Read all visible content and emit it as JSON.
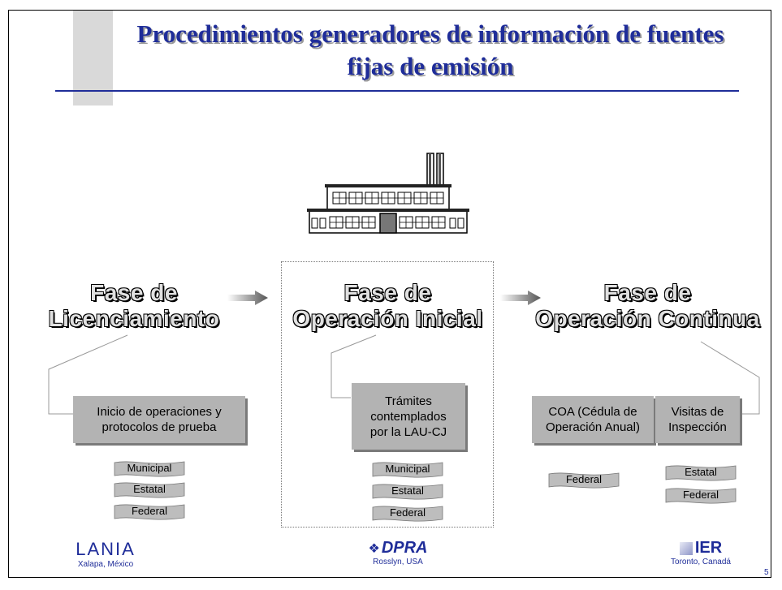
{
  "title": "Procedimientos generadores de información de fuentes fijas de emisión",
  "phases": [
    {
      "line1": "Fase de",
      "line2": "Licenciamiento"
    },
    {
      "line1": "Fase de",
      "line2": "Operación Inicial"
    },
    {
      "line1": "Fase de",
      "line2": "Operación Continua"
    }
  ],
  "boxes": {
    "licensing": "Inicio de operaciones y protocolos de prueba",
    "initial": "Trámites contemplados por la LAU-CJ",
    "coa": "COA (Cédula de Operación Anual)",
    "visits": "Visitas de Inspección"
  },
  "flags": {
    "licensing": [
      "Municipal",
      "Estatal",
      "Federal"
    ],
    "initial": [
      "Municipal",
      "Estatal",
      "Federal"
    ],
    "coa": [
      "Federal"
    ],
    "visits": [
      "Estatal",
      "Federal"
    ]
  },
  "logos": {
    "lania": {
      "name": "LANIA",
      "city": "Xalapa, México"
    },
    "dpra": {
      "name": "DPRA",
      "city": "Rosslyn, USA"
    },
    "ier": {
      "name": "IER",
      "city": "Toronto, Canadá"
    }
  },
  "page_number": "5",
  "colors": {
    "title": "#1f2d99",
    "box": "#b3b3b3",
    "flag": "#bdbdbd"
  }
}
